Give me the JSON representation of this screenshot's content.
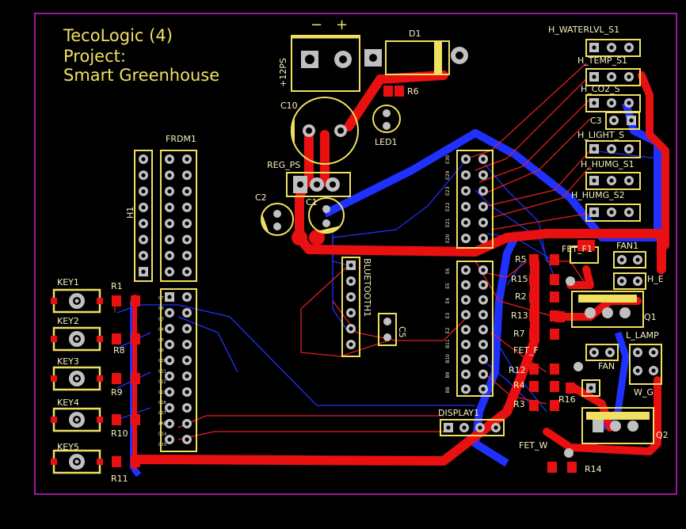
{
  "board": {
    "title_line1": "TecoLogic (4)",
    "title_line2": "Project:",
    "title_line3": "Smart Greenhouse",
    "power_minus": "−",
    "power_plus": "+"
  },
  "labels": {
    "d1": "D1",
    "plus12ps": "+12PS",
    "c10": "C10",
    "r6": "R6",
    "led1": "LED1",
    "reg_ps": "REG_PS",
    "c2": "C2",
    "c1": "C1",
    "frdm1": "FRDM1",
    "h1": "H1",
    "bluetooth1": "BLUETOOTH1",
    "c5": "C5",
    "display1": "DISPLAY1",
    "key1": "KEY1",
    "key2": "KEY2",
    "key3": "KEY3",
    "key4": "KEY4",
    "key5": "KEY5",
    "r1": "R1",
    "r8": "R8",
    "r9": "R9",
    "r10": "R10",
    "r11": "R11",
    "h_waterlvl_s1": "H_WATERLVL_S1",
    "h_temp_s1": "H_TEMP_S1",
    "h_co2_s": "H_CO2_S",
    "c3": "C3",
    "h_light_s": "H_LIGHT_S",
    "h_humg_s1": "H_HUMG_S1",
    "h_humg_s2": "H_HUMG_S2",
    "fet_f1": "FET_F1",
    "fan1": "FAN1",
    "h_e": "H_E",
    "r5": "R5",
    "r15": "R15",
    "r2": "R2",
    "r13": "R13",
    "r7": "R7",
    "q1": "Q1",
    "l_lamp": "L_LAMP",
    "fet_f": "FET_F",
    "fan": "FAN",
    "r12": "R12",
    "r4": "R4",
    "r16": "R16",
    "r3": "R3",
    "w_g": "W_G",
    "q2": "Q2",
    "fet_w": "FET_W",
    "r14": "R14",
    "e_col": [
      "E30",
      "E29",
      "E23",
      "E22",
      "E21",
      "E20"
    ],
    "b_col": [
      "E6",
      "E5",
      "E4",
      "E3",
      "E2",
      "B11",
      "B10",
      "B9",
      "B8"
    ],
    "frdm_pins": [
      "C7",
      "C0",
      "C3",
      "C4",
      "C5",
      "C6",
      "C10",
      "C11",
      "C12",
      "C13",
      "C16",
      "C17",
      "AREF",
      "D14",
      "D15"
    ]
  }
}
